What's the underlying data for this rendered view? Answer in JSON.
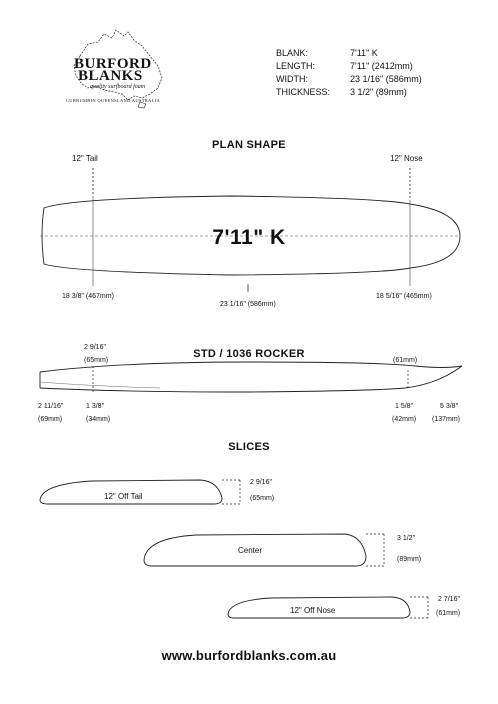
{
  "header": {
    "brand_line1": "BURFORD",
    "brand_line2": "BLANKS",
    "tagline": "quality surfboard foam",
    "location": "CURRUMBIN QUEENSLAND AUSTRALIA"
  },
  "specs": [
    {
      "label": "BLANK:",
      "value": "7'11\" K"
    },
    {
      "label": "LENGTH:",
      "value": "7'11\" (2412mm)"
    },
    {
      "label": "WIDTH:",
      "value": "23 1/16\" (586mm)"
    },
    {
      "label": "THICKNESS:",
      "value": "3 1/2\" (89mm)"
    }
  ],
  "plan": {
    "title": "PLAN SHAPE",
    "tail_label": "12\" Tail",
    "nose_label": "12\" Nose",
    "model": "7'11\" K",
    "tail_width": "18 3/8\" (467mm)",
    "center_width": "23 1/16\" (586mm)",
    "nose_width": "18 5/16\" (465mm)"
  },
  "rocker": {
    "title": "STD / 1036  ROCKER",
    "top_left_1": "2 9/16\"",
    "top_left_2": "(65mm)",
    "top_right": "(61mm)",
    "tail_edge_1": "2 11/16\"",
    "tail_edge_2": "(69mm)",
    "tail_12_1": "1 3/8\"",
    "tail_12_2": "(34mm)",
    "nose_12_1": "1 5/8\"",
    "nose_12_2": "(42mm)",
    "nose_edge_1": "5 3/8\"",
    "nose_edge_2": "(137mm)"
  },
  "slices": {
    "title": "SLICES",
    "items": [
      {
        "label": "12\" Off Tail",
        "dim1": "2 9/16\"",
        "dim2": "(65mm)"
      },
      {
        "label": "Center",
        "dim1": "3 1/2\"",
        "dim2": "(89mm)"
      },
      {
        "label": "12\" Off Nose",
        "dim1": "2 7/16\"",
        "dim2": "(61mm)"
      }
    ]
  },
  "footer": {
    "url": "www.burfordblanks.com.au"
  }
}
